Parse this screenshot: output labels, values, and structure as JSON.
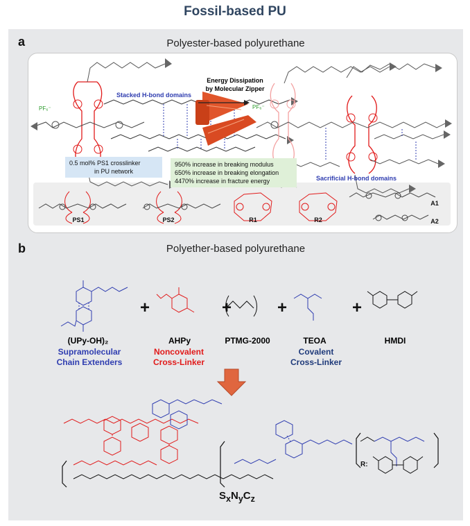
{
  "title": "Fossil-based PU",
  "panel_a": {
    "letter": "a",
    "title": "Polyester-based polyurethane",
    "stacked_label": "Stacked H-bond domains",
    "energy_label_1": "Energy Dissipation",
    "energy_label_2": "by Molecular Zipper",
    "crosslinker_line1": "0.5 mol% PS1 crosslinker",
    "crosslinker_line2": "in PU network",
    "increase_1": "950% increase in breaking modulus",
    "increase_2": "650% increase in breaking elongation",
    "increase_3": "4470% increase in fracture energy",
    "sacrificial_label": "Sacrificial H-bond domains",
    "counterion": "PF₆⁻",
    "compounds": [
      "PS1",
      "PS2",
      "R1",
      "R2",
      "A1",
      "A2"
    ]
  },
  "panel_b": {
    "letter": "b",
    "title": "Polyether-based polyurethane",
    "reagents": [
      {
        "name": "(UPy-OH)₂",
        "color": "#111111"
      },
      {
        "name": "AHPy",
        "color": "#111111"
      },
      {
        "name": "PTMG-2000",
        "color": "#111111"
      },
      {
        "name": "TEOA",
        "color": "#111111"
      },
      {
        "name": "HMDI",
        "color": "#111111"
      }
    ],
    "role_1_line1": "Supramolecular",
    "role_1_line2": "Chain Extenders",
    "role_2_line1": "Noncovalent",
    "role_2_line2": "Cross-Linker",
    "role_3_line1": "Covalent",
    "role_3_line2": "Cross-Linker",
    "product": "SₓNᵧC_z",
    "product_base": "S",
    "product_sub_x": "x",
    "product_mid": "N",
    "product_sub_y": "y",
    "product_end": "C",
    "product_sub_z": "z",
    "r_label": "R:"
  },
  "colors": {
    "blue": "#2f3db0",
    "red": "#e11a1a",
    "arrow": "#e0663f",
    "zipper": "#e0552b",
    "panel_bg": "#e7e8ea"
  }
}
